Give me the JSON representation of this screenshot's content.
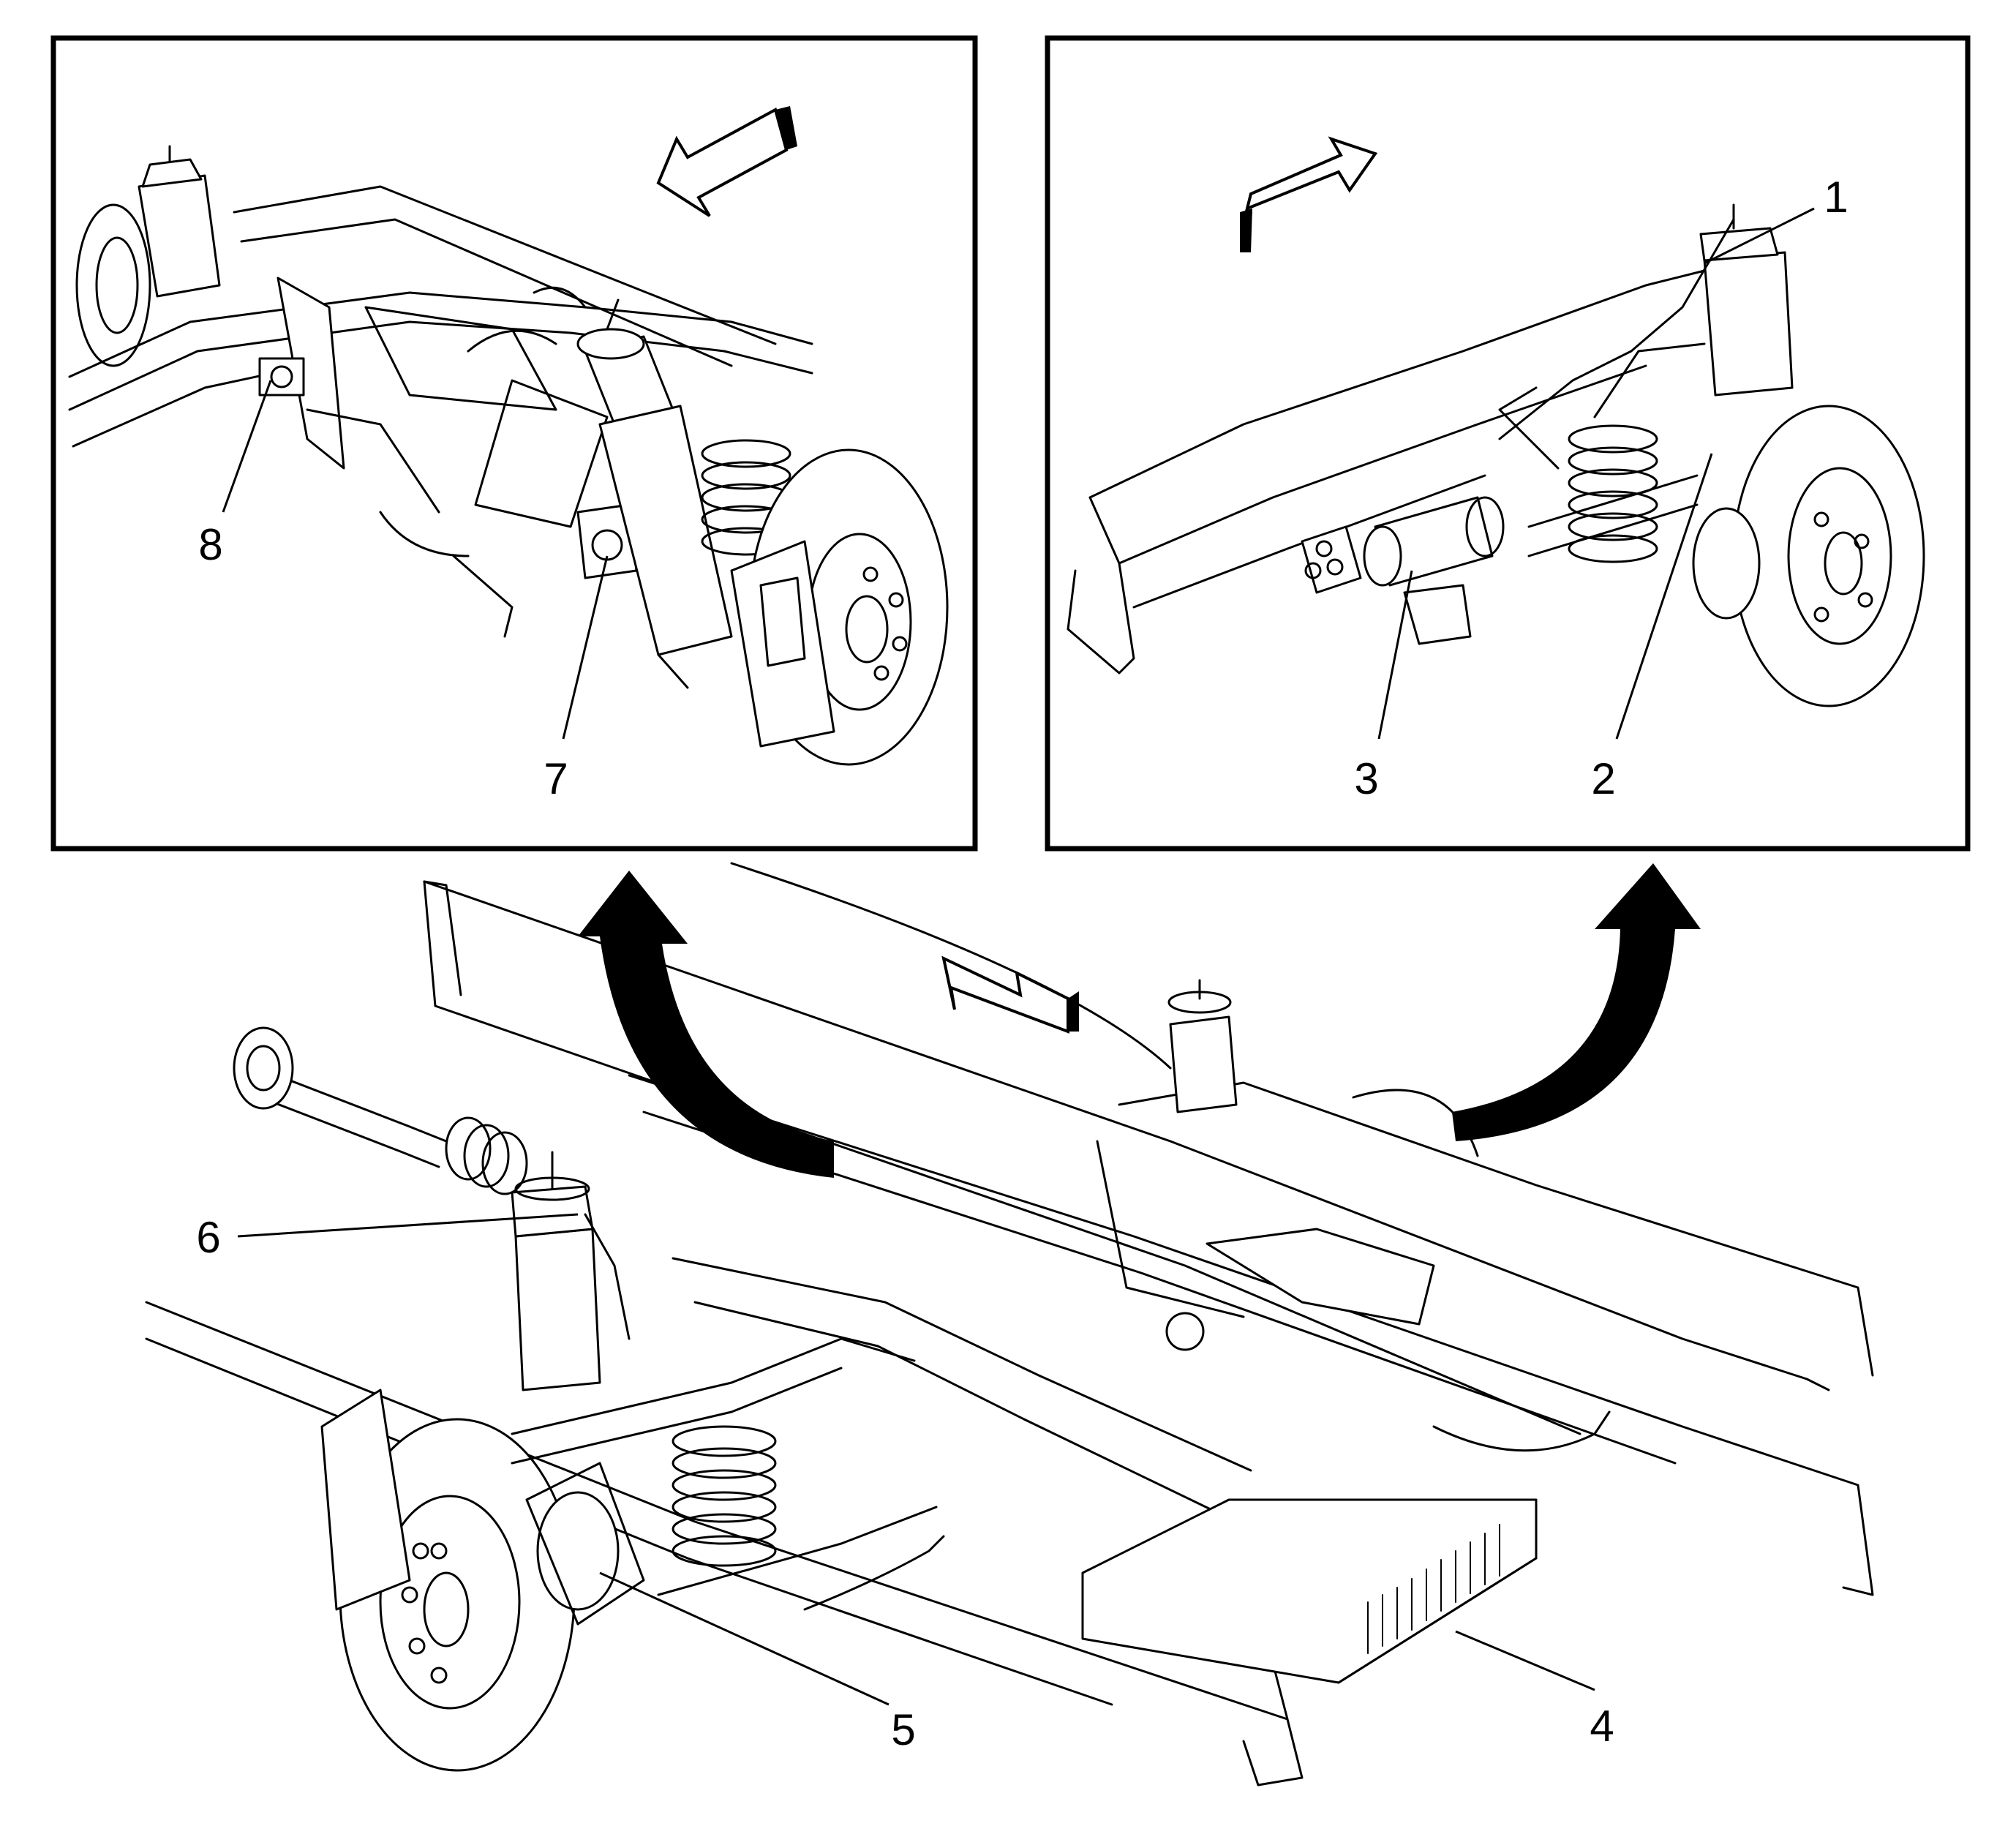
{
  "colors": {
    "background": "#ffffff",
    "line": "#000000",
    "arrow_fill": "#000000"
  },
  "callouts": {
    "c1": "1",
    "c2": "2",
    "c3": "3",
    "c4": "4",
    "c5": "5",
    "c6": "6",
    "c7": "7",
    "c8": "8"
  }
}
